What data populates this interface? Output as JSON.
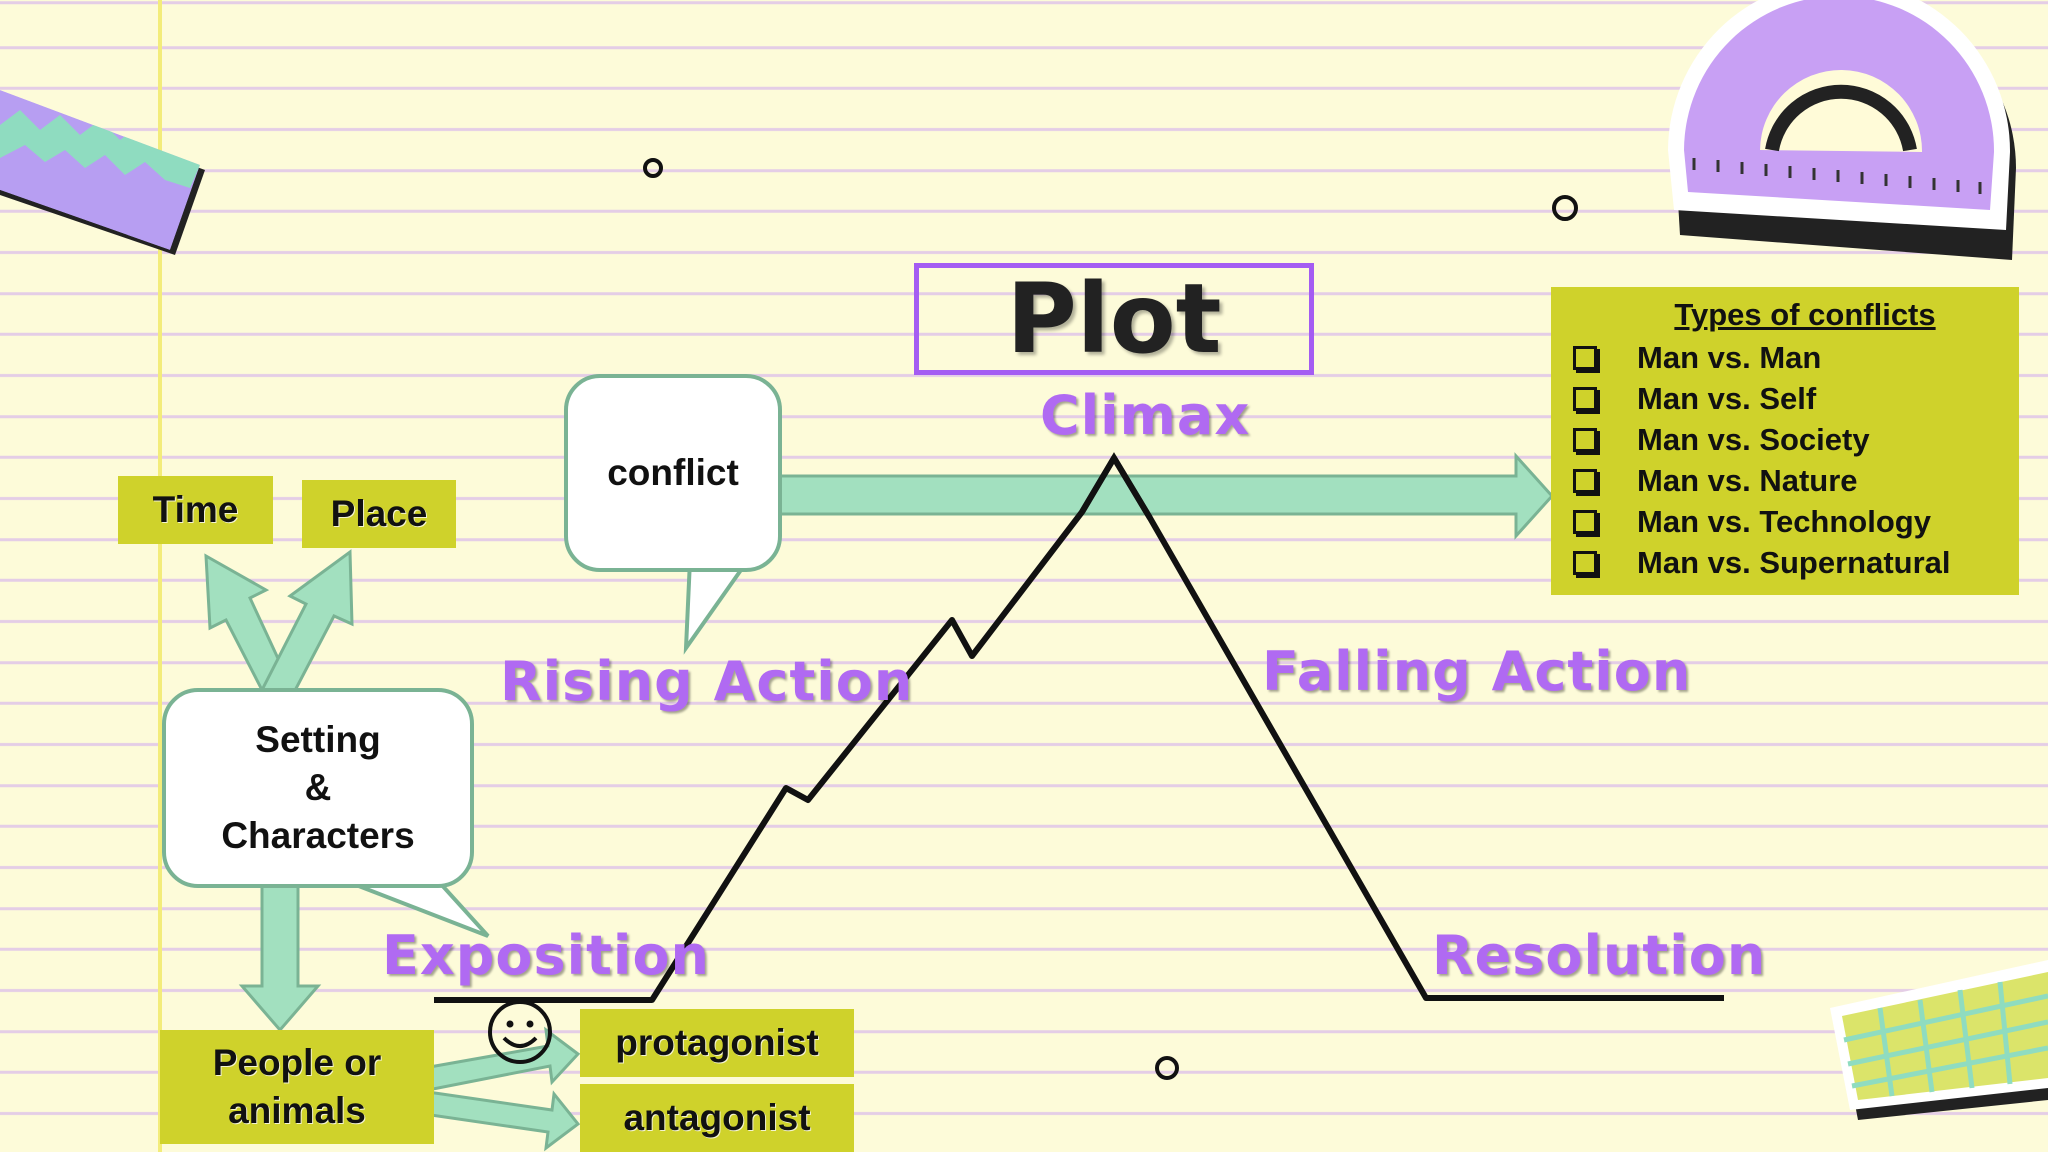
{
  "title": "Plot",
  "labels": {
    "climax": "Climax",
    "rising_action": "Rising Action",
    "falling_action": "Falling Action",
    "exposition": "Exposition",
    "resolution": "Resolution"
  },
  "bubbles": {
    "conflict": "conflict",
    "setting_line1": "Setting",
    "setting_line2": "&",
    "setting_line3": "Characters"
  },
  "boxes": {
    "time": "Time",
    "place": "Place",
    "people_line1": "People or",
    "people_line2": "animals",
    "protagonist": "protagonist",
    "antagonist": "antagonist"
  },
  "conflicts": {
    "heading": "Types of conflicts",
    "items": [
      "Man vs. Man",
      "Man vs. Self",
      "Man vs. Society",
      "Man vs. Nature",
      "Man vs. Technology",
      "Man vs. Supernatural"
    ]
  },
  "colors": {
    "purple": "#b06af2",
    "olive_box": "#cfd22b",
    "arrow_green": "#a2e0bf",
    "arrow_border": "#7ab394",
    "paper": "#fdfbd9"
  }
}
